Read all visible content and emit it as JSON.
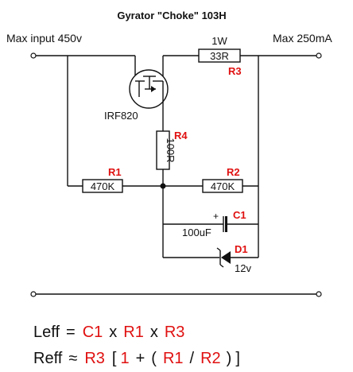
{
  "title": "Gyrator \"Choke\" 103H",
  "input_label": "Max input 450v",
  "output_label": "Max 250mA",
  "components": {
    "r3": {
      "ref": "R3",
      "value": "33R",
      "rating": "1W"
    },
    "q1": {
      "part": "IRF820"
    },
    "r4": {
      "ref": "R4",
      "value": "100R"
    },
    "r1": {
      "ref": "R1",
      "value": "470K"
    },
    "r2": {
      "ref": "R2",
      "value": "470K"
    },
    "c1": {
      "ref": "C1",
      "value": "100uF",
      "polarity": "+"
    },
    "d1": {
      "ref": "D1",
      "value": "12v"
    }
  },
  "formulas": {
    "leff": {
      "lhs": "Leff",
      "eq": "=",
      "c1": "C1",
      "x1": "x",
      "r1": "R1",
      "x2": "x",
      "r3": "R3"
    },
    "reff": {
      "lhs": "Reff",
      "approx": "≈",
      "r3": "R3",
      "lb": "[",
      "one": "1",
      "plus": "+",
      "lp": "(",
      "r1": "R1",
      "slash": "/",
      "r2": "R2",
      "rp": ")",
      "rb": "]"
    }
  },
  "colors": {
    "ink": "#111111",
    "reference": "#e01010"
  }
}
